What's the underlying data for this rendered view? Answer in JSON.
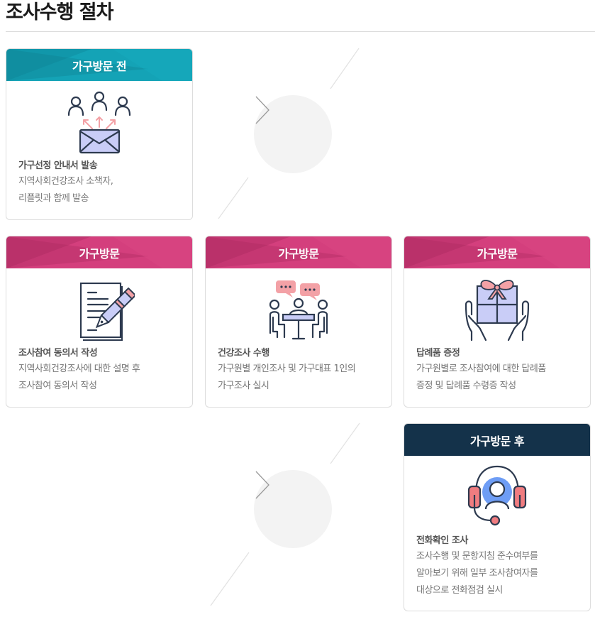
{
  "page": {
    "title": "조사수행 절차"
  },
  "colors": {
    "teal": "#14a3b6",
    "pink": "#d43f7d",
    "navy": "#14324a",
    "icon_stroke": "#2d3a4f",
    "icon_fill_lavender": "#c9cdf7",
    "icon_fill_pink": "#f3a1a6",
    "icon_fill_blue": "#6e9df5",
    "arrow_circle": "#f3f3f3"
  },
  "steps": [
    {
      "header": "가구방문 전",
      "icon": "envelope-send-icon",
      "subtitle": "가구선정 안내서 발송",
      "description": "지역사회건강조사 소책자,\n리플릿과 함께 발송"
    },
    {
      "header": "가구방문",
      "icon": "document-sign-icon",
      "subtitle": "조사참여 동의서 작성",
      "description": "지역사회건강조사에 대한 설명 후\n조사참여 동의서 작성"
    },
    {
      "header": "가구방문",
      "icon": "meeting-table-icon",
      "subtitle": "건강조사 수행",
      "description": "가구원별 개인조사 및 가구대표 1인의\n가구조사 실시"
    },
    {
      "header": "가구방문",
      "icon": "gift-hands-icon",
      "subtitle": "답례품 증정",
      "description": "가구원별로 조사참여에 대한 답례품\n증정 및 답례품 수령증 작성"
    },
    {
      "header": "가구방문 후",
      "icon": "headset-agent-icon",
      "subtitle": "전화확인 조사",
      "description": "조사수행 및 문항지침 준수여부를\n알아보기 위해 일부 조사참여자를\n대상으로 전화점검 실시"
    }
  ],
  "connectors": [
    {
      "icon": "chevron-right-icon"
    },
    {
      "icon": "chevron-right-icon"
    }
  ]
}
